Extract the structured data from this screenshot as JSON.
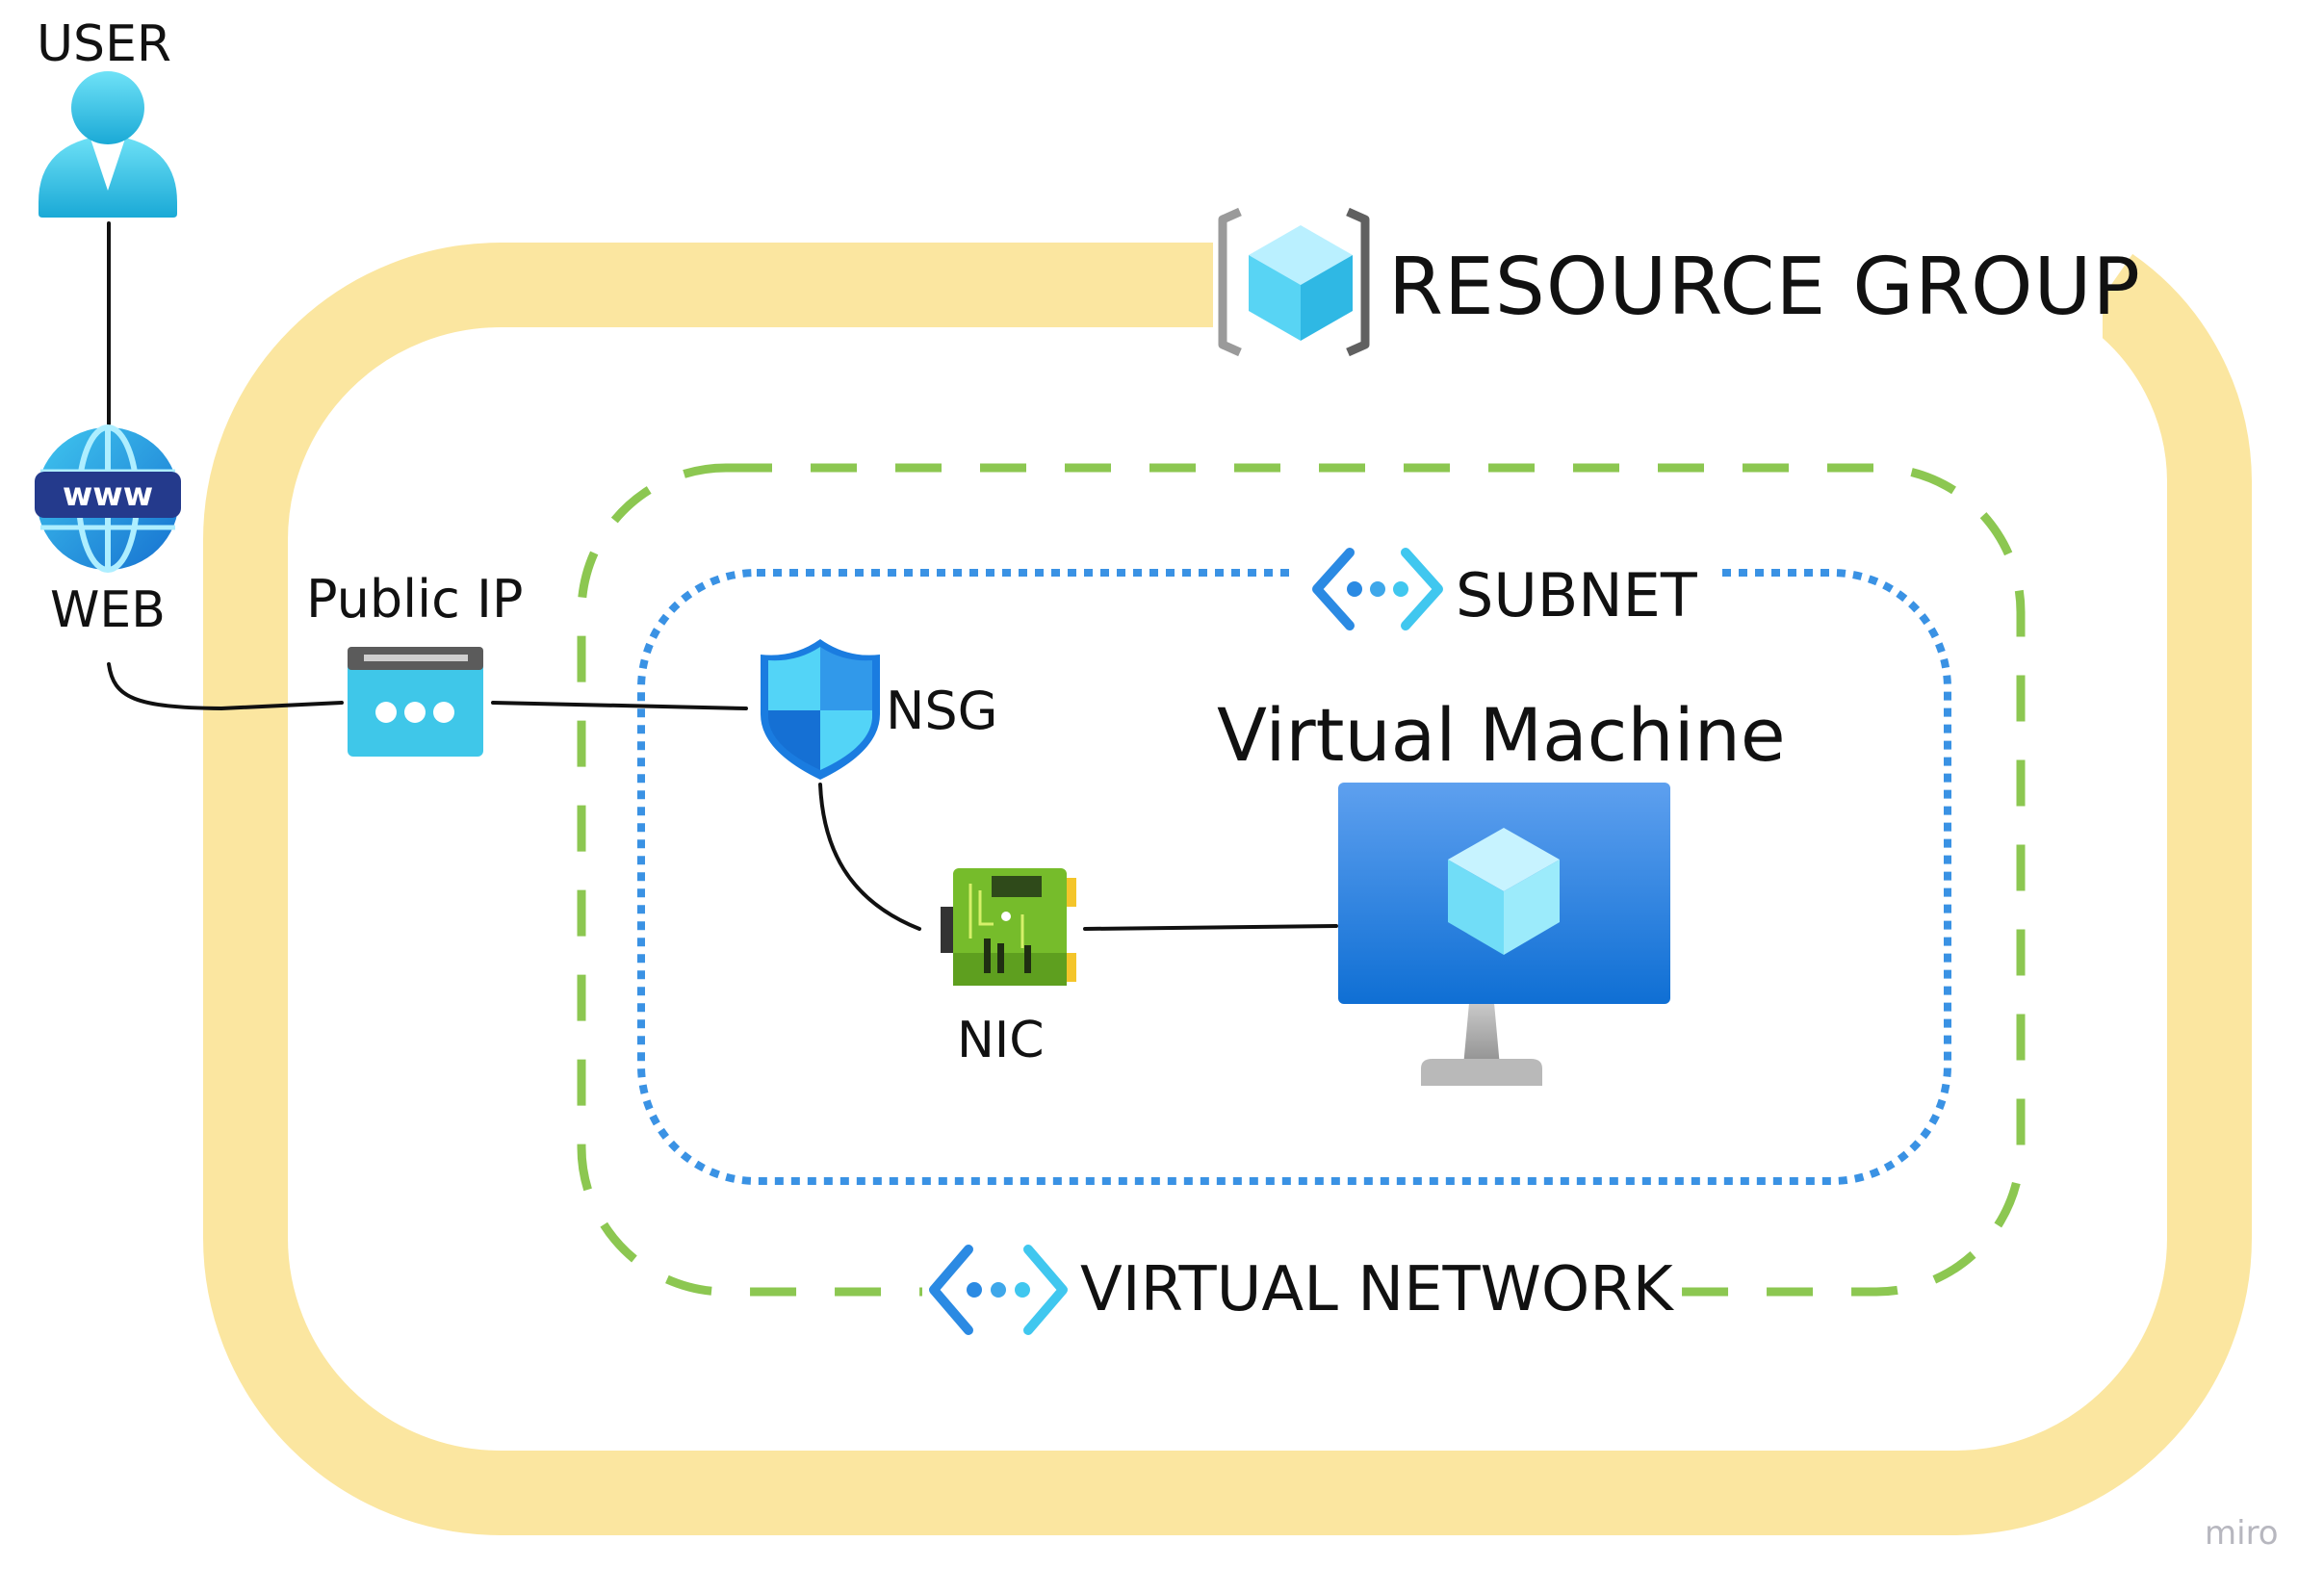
{
  "labels": {
    "user": "USER",
    "web": "WEB",
    "public_ip": "Public IP",
    "nsg": "NSG",
    "nic": "NIC",
    "subnet": "SUBNET",
    "virtual_machine": "Virtual Machine",
    "resource_group": "RESOURCE GROUP",
    "virtual_network": "VIRTUAL NETWORK",
    "watermark": "miro"
  },
  "icons": {
    "user": "user-icon",
    "web": "globe-www-icon",
    "public_ip": "public-ip-icon",
    "nsg": "shield-icon",
    "nic": "network-card-icon",
    "vm": "monitor-vm-icon",
    "resource_group": "resource-group-icon",
    "subnet": "subnet-brackets-icon",
    "vnet": "vnet-brackets-icon"
  },
  "colors": {
    "resource_group_border": "#fbe6a0",
    "vnet_border": "#8cc751",
    "subnet_border": "#3a92e4",
    "azure_blue": "#1a7ce0",
    "azure_cyan": "#50d2f5",
    "connector": "#111111"
  },
  "connections": [
    {
      "from": "USER",
      "to": "WEB"
    },
    {
      "from": "WEB",
      "to": "Public IP"
    },
    {
      "from": "Public IP",
      "to": "NSG"
    },
    {
      "from": "NSG",
      "to": "NIC"
    },
    {
      "from": "NIC",
      "to": "Virtual Machine"
    }
  ]
}
